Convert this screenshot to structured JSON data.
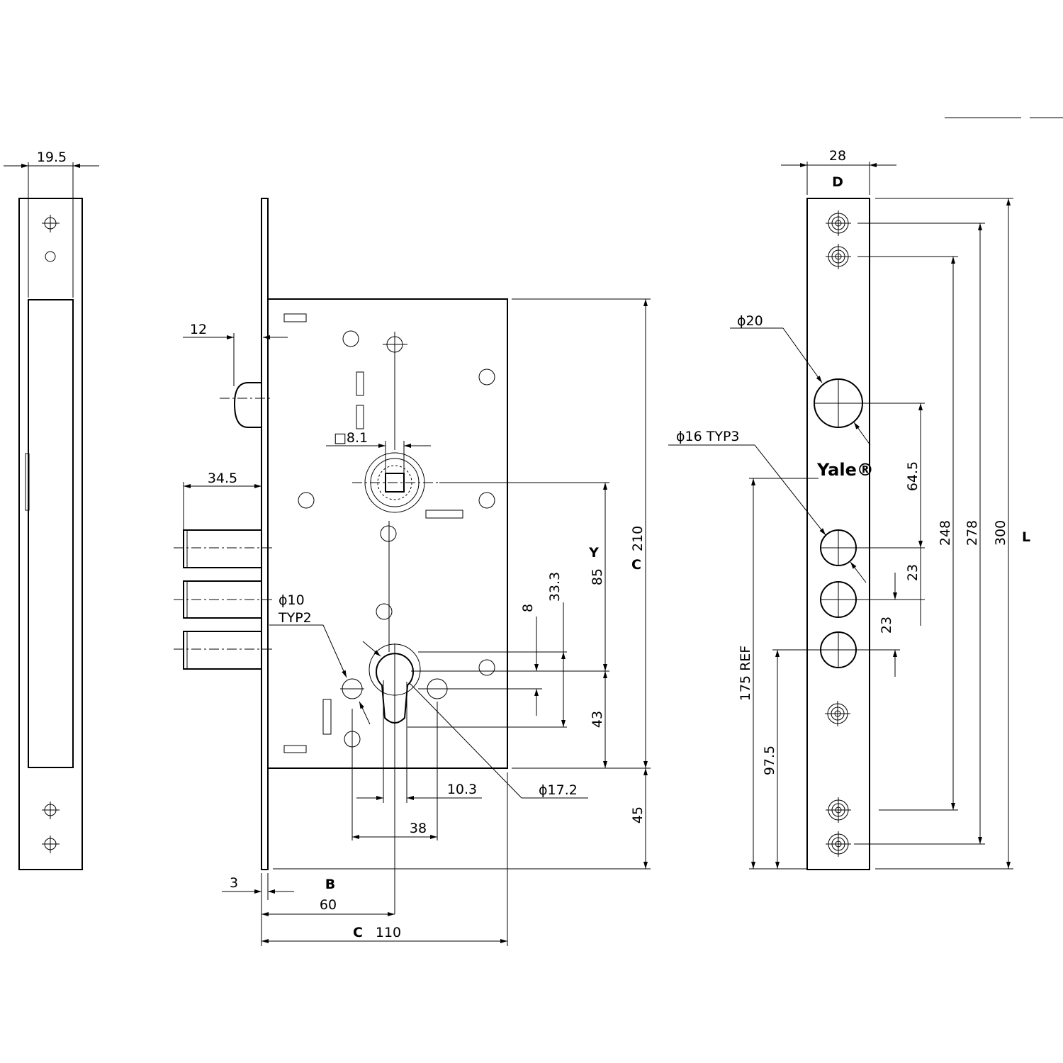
{
  "side_view": {
    "thickness_dim": "19.5"
  },
  "front_view": {
    "dims": {
      "d12": "12",
      "d34_5": "34.5",
      "sq8_1": "□8.1",
      "dia10": "ϕ10",
      "typ2": "TYP2",
      "d8": "8",
      "d33_3": "33.3",
      "d85": "85",
      "d43": "43",
      "d210": "210",
      "d45": "45",
      "d10_3": "10.3",
      "dia17_2": "ϕ17.2",
      "d38": "38",
      "d3": "3",
      "d60": "60",
      "d110": "110"
    },
    "labels": {
      "Y": "Y",
      "C_vertical": "C",
      "B": "B",
      "C_bottom": "C"
    }
  },
  "faceplate_view": {
    "dims": {
      "d28": "28",
      "dia20": "ϕ20",
      "dia16": "ϕ16 TYP3",
      "d64_5": "64.5",
      "d23a": "23",
      "d23b": "23",
      "d248": "248",
      "d278": "278",
      "d300": "300",
      "d175": "175 REF",
      "d97_5": "97.5"
    },
    "labels": {
      "D": "D",
      "L": "L"
    },
    "brand": "Yale®"
  }
}
